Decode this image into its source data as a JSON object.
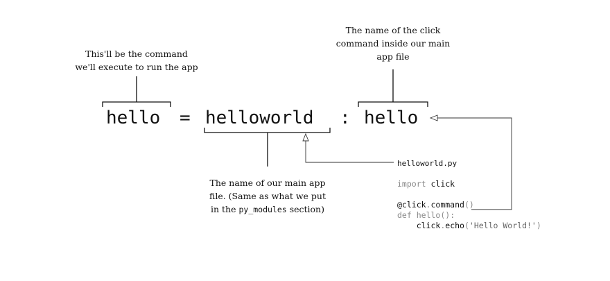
{
  "annotations": {
    "command": {
      "line1": "This'll be the command",
      "line2": "we'll execute to run the app"
    },
    "click_command": {
      "line1": "The name of the click",
      "line2": "command inside our main",
      "line3": "app file"
    },
    "app_file": {
      "line1": "The name of our main app",
      "line2": "file. (Same as what we put",
      "line3_pre": "in the ",
      "line3_code": "py_modules",
      "line3_post": " section)"
    }
  },
  "entry_point": {
    "command": "hello",
    "equals": "=",
    "module": "helloworld",
    "colon": ":",
    "function": "hello"
  },
  "code": {
    "filename": "helloworld.py",
    "import_kw": "import",
    "import_name": "click",
    "decorator_at": "@click",
    "decorator_dot": ".",
    "decorator_name": "command",
    "decorator_parens": "()",
    "def_kw": "def",
    "def_name": "hello",
    "def_rest": "():",
    "call_obj": "click",
    "call_dot": ".",
    "call_fn": "echo",
    "call_open": "(",
    "call_str": "'Hello World!'",
    "call_close": ")"
  }
}
